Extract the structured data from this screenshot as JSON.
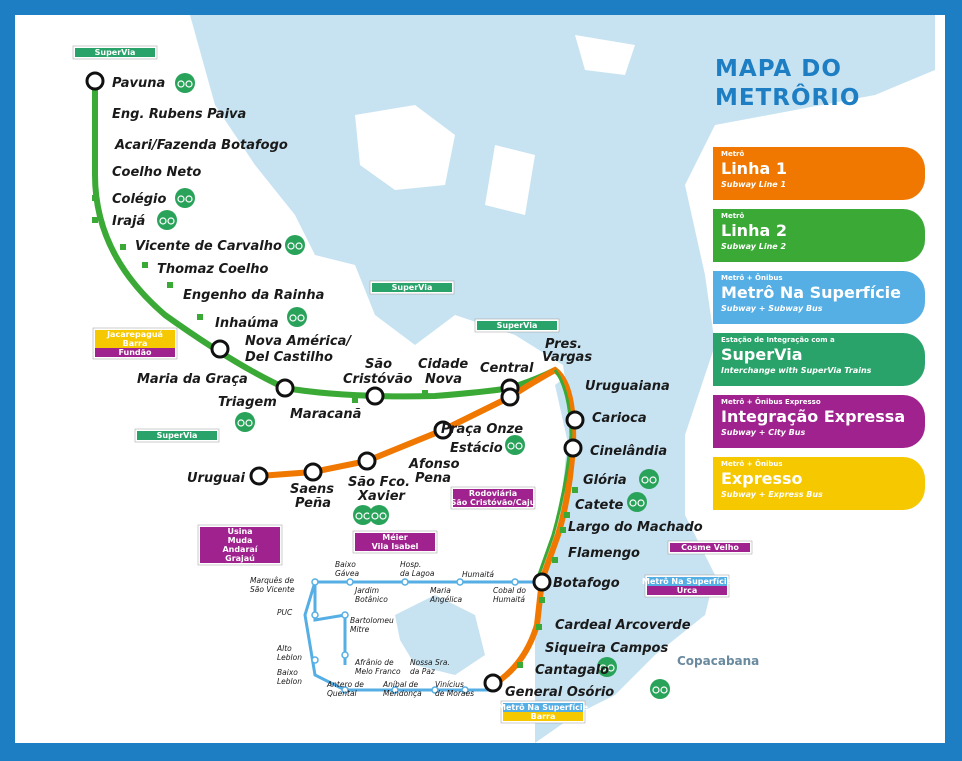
{
  "title": [
    "MAPA DO",
    "METRÔRIO"
  ],
  "legend": [
    {
      "kicker": "Metrô",
      "name": "Linha 1",
      "sub": "Subway Line 1",
      "color": "#f07800"
    },
    {
      "kicker": "Metrô",
      "name": "Linha 2",
      "sub": "Subway Line 2",
      "color": "#3aa935"
    },
    {
      "kicker": "Metrô + Ônibus",
      "name": "Metrô Na Superfície",
      "sub": "Subway + Subway Bus",
      "color": "#55aee4"
    },
    {
      "kicker": "Estação de Integração com a",
      "name": "SuperVia",
      "sub": "Interchange with SuperVia Trains",
      "color": "#2aa36a"
    },
    {
      "kicker": "Metrô + Ônibus Expresso",
      "name": "Integração Expressa",
      "sub": "Subway + City Bus",
      "color": "#a0228f"
    },
    {
      "kicker": "Metrô + Ônibus",
      "name": "Expresso",
      "sub": "Subway + Express Bus",
      "color": "#f6c800"
    }
  ],
  "colors": {
    "line1": "#f07800",
    "line2": "#3aa935",
    "surface": "#55aee4",
    "water": "#c7e3f2",
    "frame": "#1d7ec3"
  },
  "stations": {
    "pavuna": "Pavuna",
    "rubens": "Eng. Rubens Paiva",
    "acari": "Acari/Fazenda Botafogo",
    "coelho": "Coelho Neto",
    "colegio": "Colégio",
    "iraja": "Irajá",
    "vicente": "Vicente de Carvalho",
    "thomaz": "Thomaz Coelho",
    "engenho": "Engenho da Rainha",
    "inhauma": "Inhaúma",
    "nova1": "Nova América/",
    "nova2": "Del Castilho",
    "graca": "Maria da Graça",
    "triagem": "Triagem",
    "maracana": "Maracanã",
    "sc1": "São",
    "sc2": "Cristóvão",
    "cn1": "Cidade",
    "cn2": "Nova",
    "central": "Central",
    "pv1": "Pres.",
    "pv2": "Vargas",
    "uruguaiana": "Uruguaiana",
    "carioca": "Carioca",
    "cinelandia": "Cinelândia",
    "gloria": "Glória",
    "catete": "Catete",
    "largo": "Largo do Machado",
    "flamengo": "Flamengo",
    "botafogo": "Botafogo",
    "cardeal": "Cardeal Arcoverde",
    "siqueira": "Siqueira Campos",
    "cantagalo": "Cantagalo",
    "osorio": "General Osório",
    "praca": "Praça Onze",
    "estacio": "Estácio",
    "ap1": "Afonso",
    "ap2": "Pena",
    "sx1": "São Fco.",
    "sx2": "Xavier",
    "sp1": "Saens",
    "sp2": "Peña",
    "uruguai": "Uruguai",
    "copacabana": "Copacabana"
  },
  "surface_stops": {
    "baixo_gavea": [
      "Baixo",
      "Gávea"
    ],
    "hosp": [
      "Hosp.",
      "da Lagoa"
    ],
    "humaita": [
      "Humaitá"
    ],
    "marques": [
      "Marquês de",
      "São Vicente"
    ],
    "jardim": [
      "Jardim",
      "Botânico"
    ],
    "maria_angelica": [
      "Maria",
      "Angélica"
    ],
    "cobal": [
      "Cobal do",
      "Humaitá"
    ],
    "puc": [
      "PUC"
    ],
    "bartolomeu": [
      "Bartolomeu",
      "Mitre"
    ],
    "alto": [
      "Alto",
      "Leblon"
    ],
    "afranio": [
      "Afrânio de",
      "Melo Franco"
    ],
    "nossa": [
      "Nossa Sra.",
      "da Paz"
    ],
    "baixo_leblon": [
      "Baixo",
      "Leblon"
    ],
    "antero": [
      "Antero de",
      "Quental"
    ],
    "anibal": [
      "Aníbal de",
      "Mendonça"
    ],
    "vinicius": [
      "Vinícius",
      "de Moraes"
    ]
  },
  "tags": {
    "supervia": "SuperVia",
    "jacarepagua": [
      "Jacarepaguá",
      "Barra",
      "Fundão"
    ],
    "rodoviaria": [
      "Rodoviária",
      "São Cristóvão/Caju"
    ],
    "usina": [
      "Usina",
      "Muda",
      "Andaraí",
      "Grajaú"
    ],
    "meier": [
      "Méier",
      "Vila Isabel"
    ],
    "cosme": "Cosme Velho",
    "botafogo_surface": [
      "Metrô Na Superfície",
      "Urca"
    ],
    "osorio_surface": [
      "Metrô Na Superfície",
      "Barra"
    ]
  }
}
